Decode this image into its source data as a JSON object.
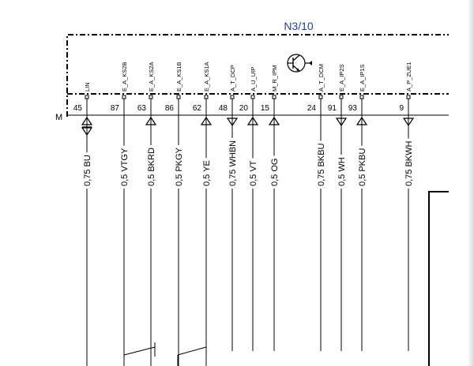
{
  "module": {
    "name": "N3/10",
    "ground_label": "M",
    "title_color": "#1f3f9e",
    "transistor_icon": "transistor-icon"
  },
  "pins": [
    {
      "id": "p1",
      "name": "LIN",
      "number": "45",
      "wire": "0,75 BU",
      "connector": "double-arrow"
    },
    {
      "id": "p2",
      "name": "E_A_KS2B",
      "number": "87",
      "wire": "0,5 VTGY",
      "connector": "none"
    },
    {
      "id": "p3",
      "name": "E_A_KS2A",
      "number": "63",
      "wire": "0,5 BKRD",
      "connector": "arrow-up"
    },
    {
      "id": "p4",
      "name": "E_A_KS1B",
      "number": "86",
      "wire": "0,5 PKGY",
      "connector": "none"
    },
    {
      "id": "p5",
      "name": "E_A_KS1A",
      "number": "62",
      "wire": "0,5 YE",
      "connector": "arrow-up"
    },
    {
      "id": "p6",
      "name": "A_T_DCP",
      "number": "48",
      "wire": "0,75 WHBN",
      "connector": "arrow-down"
    },
    {
      "id": "p7",
      "name": "A_U_UIP",
      "number": "20",
      "wire": "0,5 VT",
      "connector": "arrow-up"
    },
    {
      "id": "p8",
      "name": "M_R_IPM",
      "number": "15",
      "wire": "0,5 OG",
      "connector": "arrow-up"
    },
    {
      "id": "p9",
      "name": "A_T_DCM",
      "number": "24",
      "wire": "0,75 BKBU",
      "connector": "none"
    },
    {
      "id": "p10",
      "name": "E_A_IP2S",
      "number": "91",
      "wire": "0,5 WH",
      "connector": "arrow-down"
    },
    {
      "id": "p11",
      "name": "E_A_IP1S",
      "number": "93",
      "wire": "0,5 PKBU",
      "connector": "arrow-up"
    },
    {
      "id": "p12",
      "name": "A_P_ZUE1",
      "number": "9",
      "wire": "0,75 BKWH",
      "connector": "arrow-down"
    }
  ]
}
